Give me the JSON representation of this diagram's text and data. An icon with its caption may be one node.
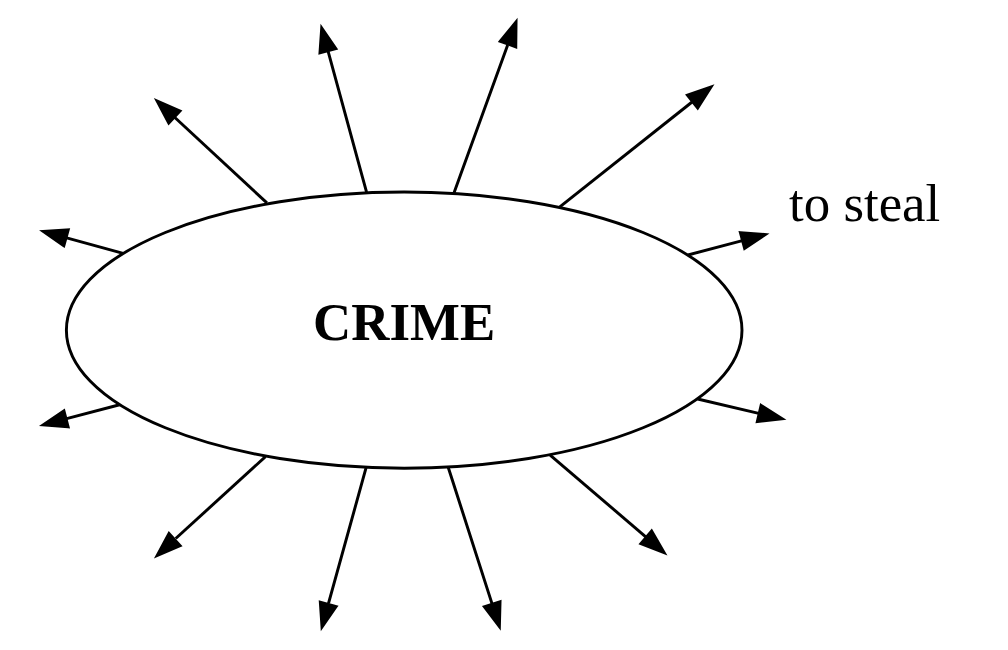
{
  "diagram": {
    "nodes": [
      {
        "text": [
          "CRIME"
        ]
      },
      {
        "text": [
          "to steal"
        ]
      }
    ],
    "edges": [
      {
        "from": 0,
        "to": 1,
        "arrow": "to"
      },
      {
        "from": 0,
        "to": null,
        "arrow": "to"
      },
      {
        "from": 0,
        "to": null,
        "arrow": "to"
      },
      {
        "from": 0,
        "to": null,
        "arrow": "to"
      },
      {
        "from": 0,
        "to": null,
        "arrow": "to"
      },
      {
        "from": 0,
        "to": null,
        "arrow": "to"
      },
      {
        "from": 0,
        "to": null,
        "arrow": "to"
      },
      {
        "from": 0,
        "to": null,
        "arrow": "to"
      },
      {
        "from": 0,
        "to": null,
        "arrow": "to"
      },
      {
        "from": 0,
        "to": null,
        "arrow": "to"
      },
      {
        "from": 0,
        "to": null,
        "arrow": "to"
      },
      {
        "from": 0,
        "to": null,
        "arrow": "to"
      }
    ]
  }
}
